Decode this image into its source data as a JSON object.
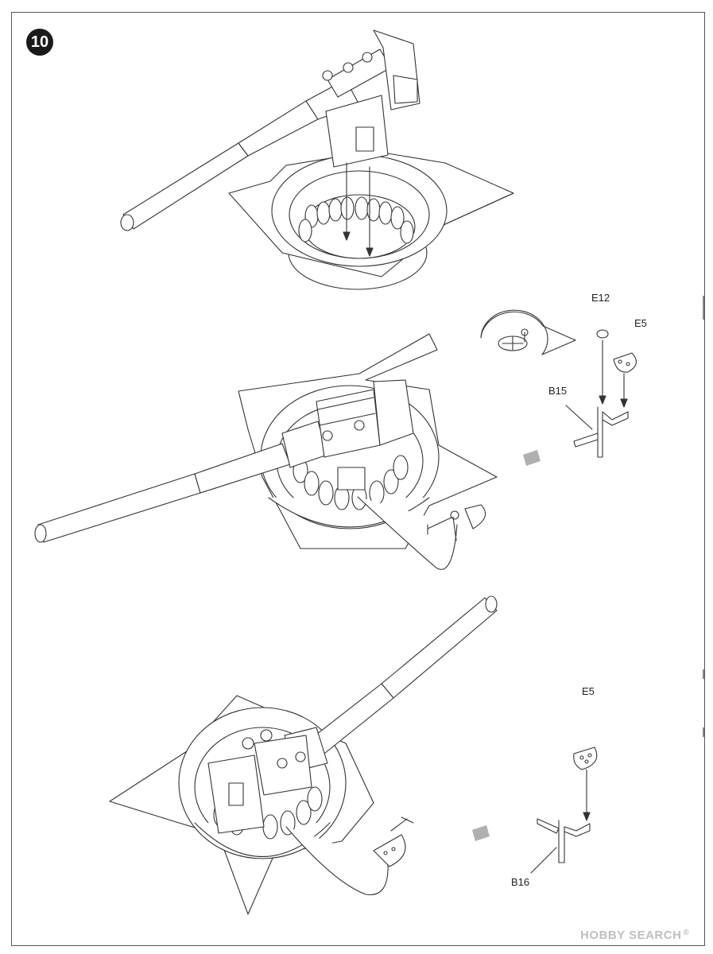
{
  "step": {
    "number": "10"
  },
  "callouts": {
    "e12": "E12",
    "e5_top": "E5",
    "b15": "B15",
    "e5_bottom": "E5",
    "b16": "B16"
  },
  "watermark": {
    "logo": "HOBBY SEARCH",
    "reg": "®"
  }
}
